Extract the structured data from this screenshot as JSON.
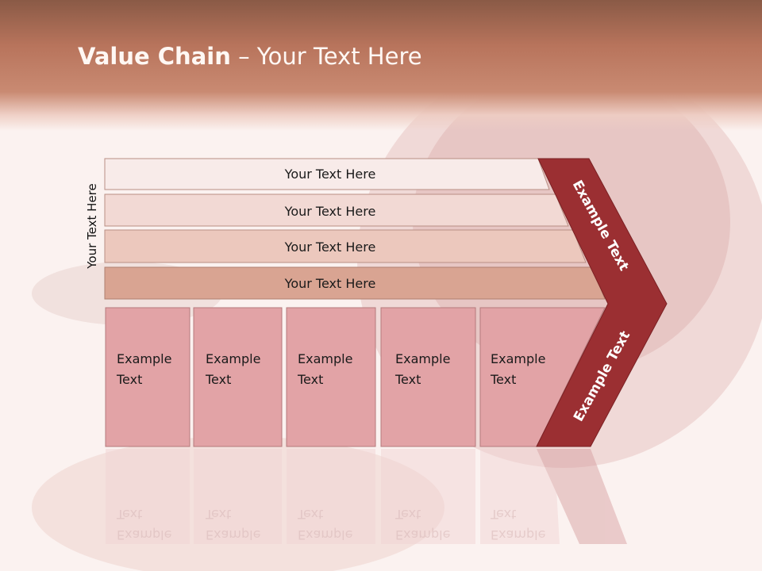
{
  "title": {
    "bold": "Value Chain",
    "rest": " – Your Text Here"
  },
  "side_label": "Your Text Here",
  "bars": [
    "Your Text Here",
    "Your Text Here",
    "Your Text Here",
    "Your Text Here"
  ],
  "boxes": [
    {
      "line1": "Example",
      "line2": "Text"
    },
    {
      "line1": "Example",
      "line2": "Text"
    },
    {
      "line1": "Example",
      "line2": "Text"
    },
    {
      "line1": "Example",
      "line2": "Text"
    },
    {
      "line1": "Example",
      "line2": "Text"
    }
  ],
  "arrow": {
    "upper": "Example Text",
    "lower": "Example Text"
  },
  "colors": {
    "bar1": "#f8ebe9",
    "bar2": "#f2d9d4",
    "bar3": "#ecc8bd",
    "bar4": "#d9a492",
    "box": "#e2a3a6",
    "arrow": "#9b2f32"
  }
}
